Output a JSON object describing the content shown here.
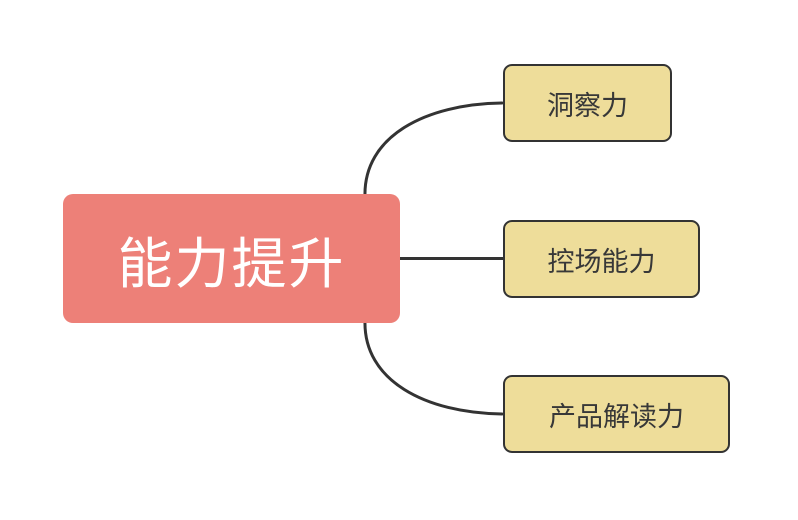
{
  "diagram": {
    "type": "mindmap",
    "root": {
      "label": "能力提升"
    },
    "children": [
      {
        "label": "洞察力"
      },
      {
        "label": "控场能力"
      },
      {
        "label": "产品解读力"
      }
    ],
    "colors": {
      "root_bg": "#ED8078",
      "root_text": "#FFFFFF",
      "child_bg": "#EEDD9A",
      "child_border": "#333333",
      "child_text": "#383838",
      "connector": "#333333",
      "canvas_bg": "#FFFFFF"
    }
  }
}
